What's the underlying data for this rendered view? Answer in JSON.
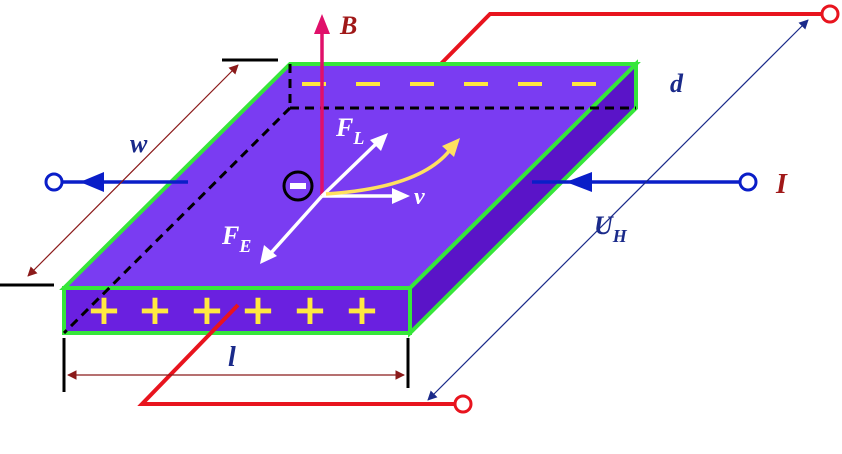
{
  "labels": {
    "B": "B",
    "d": "d",
    "w": "w",
    "FL_main": "F",
    "FL_sub": "L",
    "FE_main": "F",
    "FE_sub": "E",
    "v": "v",
    "I": "I",
    "UH_main": "U",
    "UH_sub": "H",
    "l": "l"
  },
  "charge_signs": {
    "negative": "−",
    "positive": "+"
  },
  "colors": {
    "plate_top": "#7a3cf2",
    "plate_side": "#5a14c8",
    "plate_edge": "#36e63a",
    "current_wire": "#0a1ec8",
    "hall_wire": "#e8141e",
    "magnetic_field": "#e0106a",
    "force_arrows": "#ffffff",
    "velocity_path": "#ffe060",
    "charges": "#ffe840",
    "labels": "#a01818",
    "blue_labels": "#1a2a8a",
    "dimension_lines": "#8b1a1a"
  }
}
